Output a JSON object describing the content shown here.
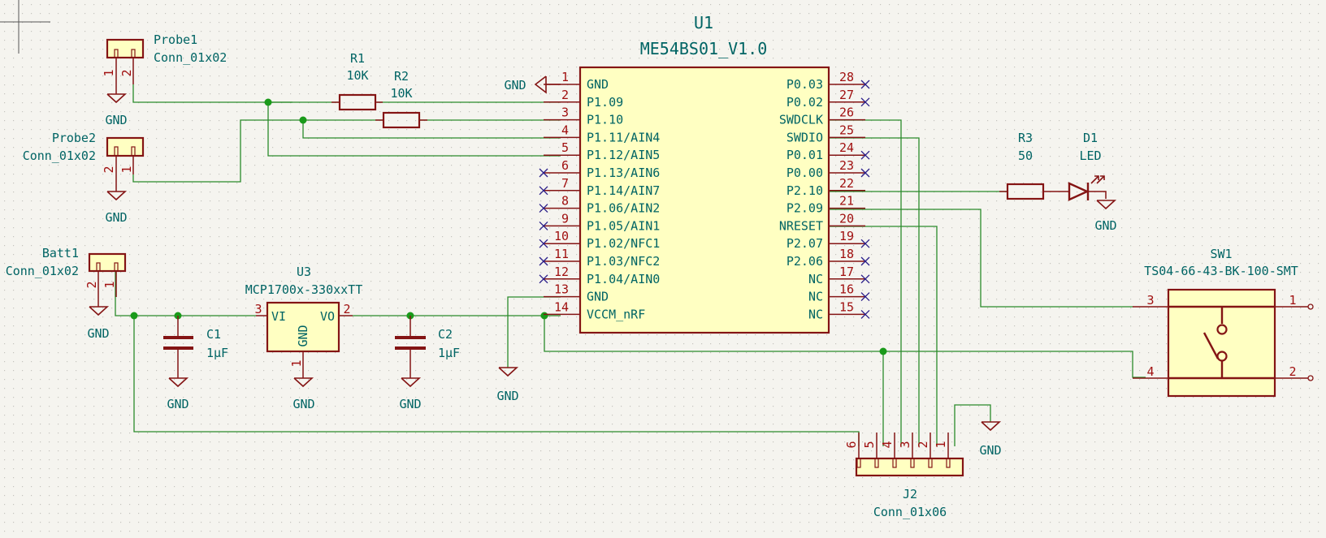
{
  "app": {
    "view": "schematic-editor-canvas"
  },
  "colors": {
    "background": "#f5f4ef",
    "wire": "#2a8a2a",
    "component_outline": "#841414",
    "component_fill": "#ffffc2",
    "text": "#006464",
    "pin_number": "#a01010",
    "no_connect": "#2a1e8a",
    "junction": "#1a9a1a"
  },
  "components": {
    "u1": {
      "ref": "U1",
      "value": "ME54BS01_V1.0",
      "left_pins": [
        {
          "num": "1",
          "name": "GND"
        },
        {
          "num": "2",
          "name": "P1.09"
        },
        {
          "num": "3",
          "name": "P1.10"
        },
        {
          "num": "4",
          "name": "P1.11/AIN4"
        },
        {
          "num": "5",
          "name": "P1.12/AIN5"
        },
        {
          "num": "6",
          "name": "P1.13/AIN6"
        },
        {
          "num": "7",
          "name": "P1.14/AIN7"
        },
        {
          "num": "8",
          "name": "P1.06/AIN2"
        },
        {
          "num": "9",
          "name": "P1.05/AIN1"
        },
        {
          "num": "10",
          "name": "P1.02/NFC1"
        },
        {
          "num": "11",
          "name": "P1.03/NFC2"
        },
        {
          "num": "12",
          "name": "P1.04/AIN0"
        },
        {
          "num": "13",
          "name": "GND"
        },
        {
          "num": "14",
          "name": "VCCM_nRF"
        }
      ],
      "right_pins": [
        {
          "num": "28",
          "name": "P0.03"
        },
        {
          "num": "27",
          "name": "P0.02"
        },
        {
          "num": "26",
          "name": "SWDCLK"
        },
        {
          "num": "25",
          "name": "SWDIO"
        },
        {
          "num": "24",
          "name": "P0.01"
        },
        {
          "num": "23",
          "name": "P0.00"
        },
        {
          "num": "22",
          "name": "P2.10"
        },
        {
          "num": "21",
          "name": "P2.09"
        },
        {
          "num": "20",
          "name": "NRESET"
        },
        {
          "num": "19",
          "name": "P2.07"
        },
        {
          "num": "18",
          "name": "P2.06"
        },
        {
          "num": "17",
          "name": "NC"
        },
        {
          "num": "16",
          "name": "NC"
        },
        {
          "num": "15",
          "name": "NC"
        }
      ]
    },
    "probe1": {
      "ref": "Probe1",
      "value": "Conn_01x02",
      "pins": [
        "1",
        "2"
      ]
    },
    "probe2": {
      "ref": "Probe2",
      "value": "Conn_01x02",
      "pins": [
        "2",
        "1"
      ]
    },
    "batt1": {
      "ref": "Batt1",
      "value": "Conn_01x02",
      "pins": [
        "2",
        "1"
      ]
    },
    "r1": {
      "ref": "R1",
      "value": "10K"
    },
    "r2": {
      "ref": "R2",
      "value": "10K"
    },
    "r3": {
      "ref": "R3",
      "value": "50"
    },
    "d1": {
      "ref": "D1",
      "value": "LED"
    },
    "c1": {
      "ref": "C1",
      "value": "1µF"
    },
    "c2": {
      "ref": "C2",
      "value": "1µF"
    },
    "u3": {
      "ref": "U3",
      "value": "MCP1700x-330xxTT",
      "pins": [
        {
          "num": "3",
          "name": "VI"
        },
        {
          "num": "2",
          "name": "VO"
        },
        {
          "num": "1",
          "name": "GND"
        }
      ]
    },
    "sw1": {
      "ref": "SW1",
      "value": "TS04-66-43-BK-100-SMT",
      "pins": [
        "3",
        "4",
        "1",
        "2"
      ]
    },
    "j2": {
      "ref": "J2",
      "value": "Conn_01x06",
      "pins": [
        "6",
        "5",
        "4",
        "3",
        "2",
        "1"
      ]
    }
  },
  "power": {
    "gnd_label": "GND"
  }
}
